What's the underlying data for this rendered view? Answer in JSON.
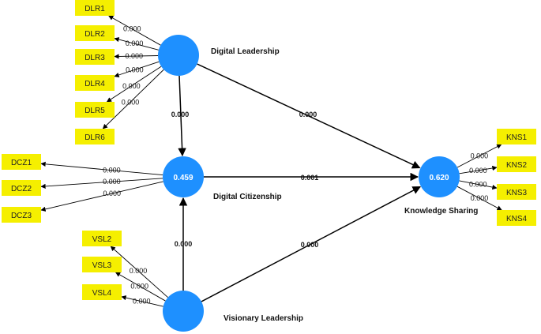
{
  "latents": {
    "dl": {
      "name": "Digital Leadership",
      "r2": ""
    },
    "dc": {
      "name": "Digital Citizenship",
      "r2": "0.459"
    },
    "ks": {
      "name": "Knowledge Sharing",
      "r2": "0.620"
    },
    "vl": {
      "name": "Visionary Leadership",
      "r2": ""
    }
  },
  "indicators": {
    "dl": [
      {
        "label": "DLR1",
        "p": "0.000"
      },
      {
        "label": "DLR2",
        "p": "0.000"
      },
      {
        "label": "DLR3",
        "p": "0.000"
      },
      {
        "label": "DLR4",
        "p": "0.000"
      },
      {
        "label": "DLR5",
        "p": "0.000"
      },
      {
        "label": "DLR6",
        "p": "0.000"
      }
    ],
    "dc": [
      {
        "label": "DCZ1",
        "p": "0.000"
      },
      {
        "label": "DCZ2",
        "p": "0.000"
      },
      {
        "label": "DCZ3",
        "p": "0.000"
      }
    ],
    "vl": [
      {
        "label": "VSL2",
        "p": "0.000"
      },
      {
        "label": "VSL3",
        "p": "0.000"
      },
      {
        "label": "VSL4",
        "p": "0.000"
      }
    ],
    "ks": [
      {
        "label": "KNS1",
        "p": "0.000"
      },
      {
        "label": "KNS2",
        "p": "0.000"
      },
      {
        "label": "KNS3",
        "p": "0.000"
      },
      {
        "label": "KNS4",
        "p": "0.000"
      }
    ]
  },
  "paths": [
    {
      "from": "dl",
      "to": "dc",
      "p": "0.000"
    },
    {
      "from": "dl",
      "to": "ks",
      "p": "0.000"
    },
    {
      "from": "dc",
      "to": "ks",
      "p": "0.001"
    },
    {
      "from": "vl",
      "to": "dc",
      "p": "0.000"
    },
    {
      "from": "vl",
      "to": "ks",
      "p": "0.000"
    }
  ],
  "colors": {
    "latent_fill": "#1e90ff",
    "indicator_fill": "#f5ef00"
  }
}
